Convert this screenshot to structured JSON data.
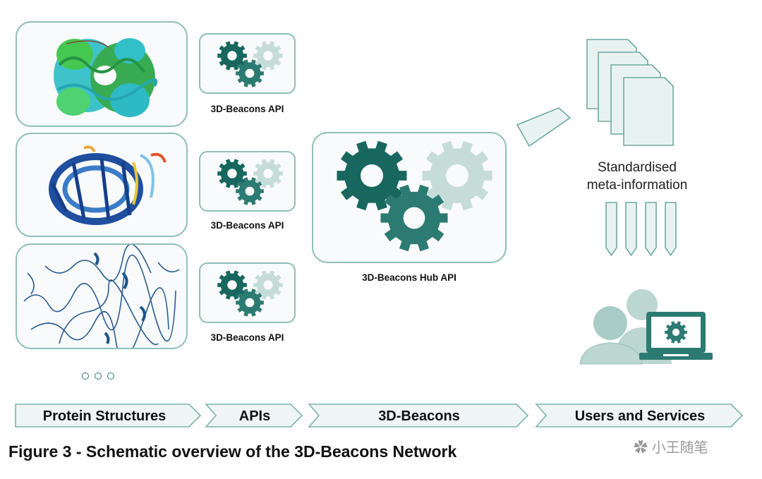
{
  "api_captions": [
    "3D-Beacons API",
    "3D-Beacons API",
    "3D-Beacons API"
  ],
  "hub_caption": "3D-Beacons Hub API",
  "meta_lines": [
    "Standardised",
    "meta-information"
  ],
  "stages": [
    "Protein Structures",
    "APIs",
    "3D-Beacons",
    "Users and Services"
  ],
  "figure_title": "Figure 3 - Schematic overview of the 3D-Beacons Network",
  "watermark": "小王随笔",
  "colors": {
    "gear_dark": "#17675f",
    "gear_mid": "#2c7b73",
    "gear_light": "#c6dcd9",
    "outline": "#8fbfb7",
    "doc_fill": "#e8f3f1",
    "stage_fill": "#eef5f4"
  }
}
